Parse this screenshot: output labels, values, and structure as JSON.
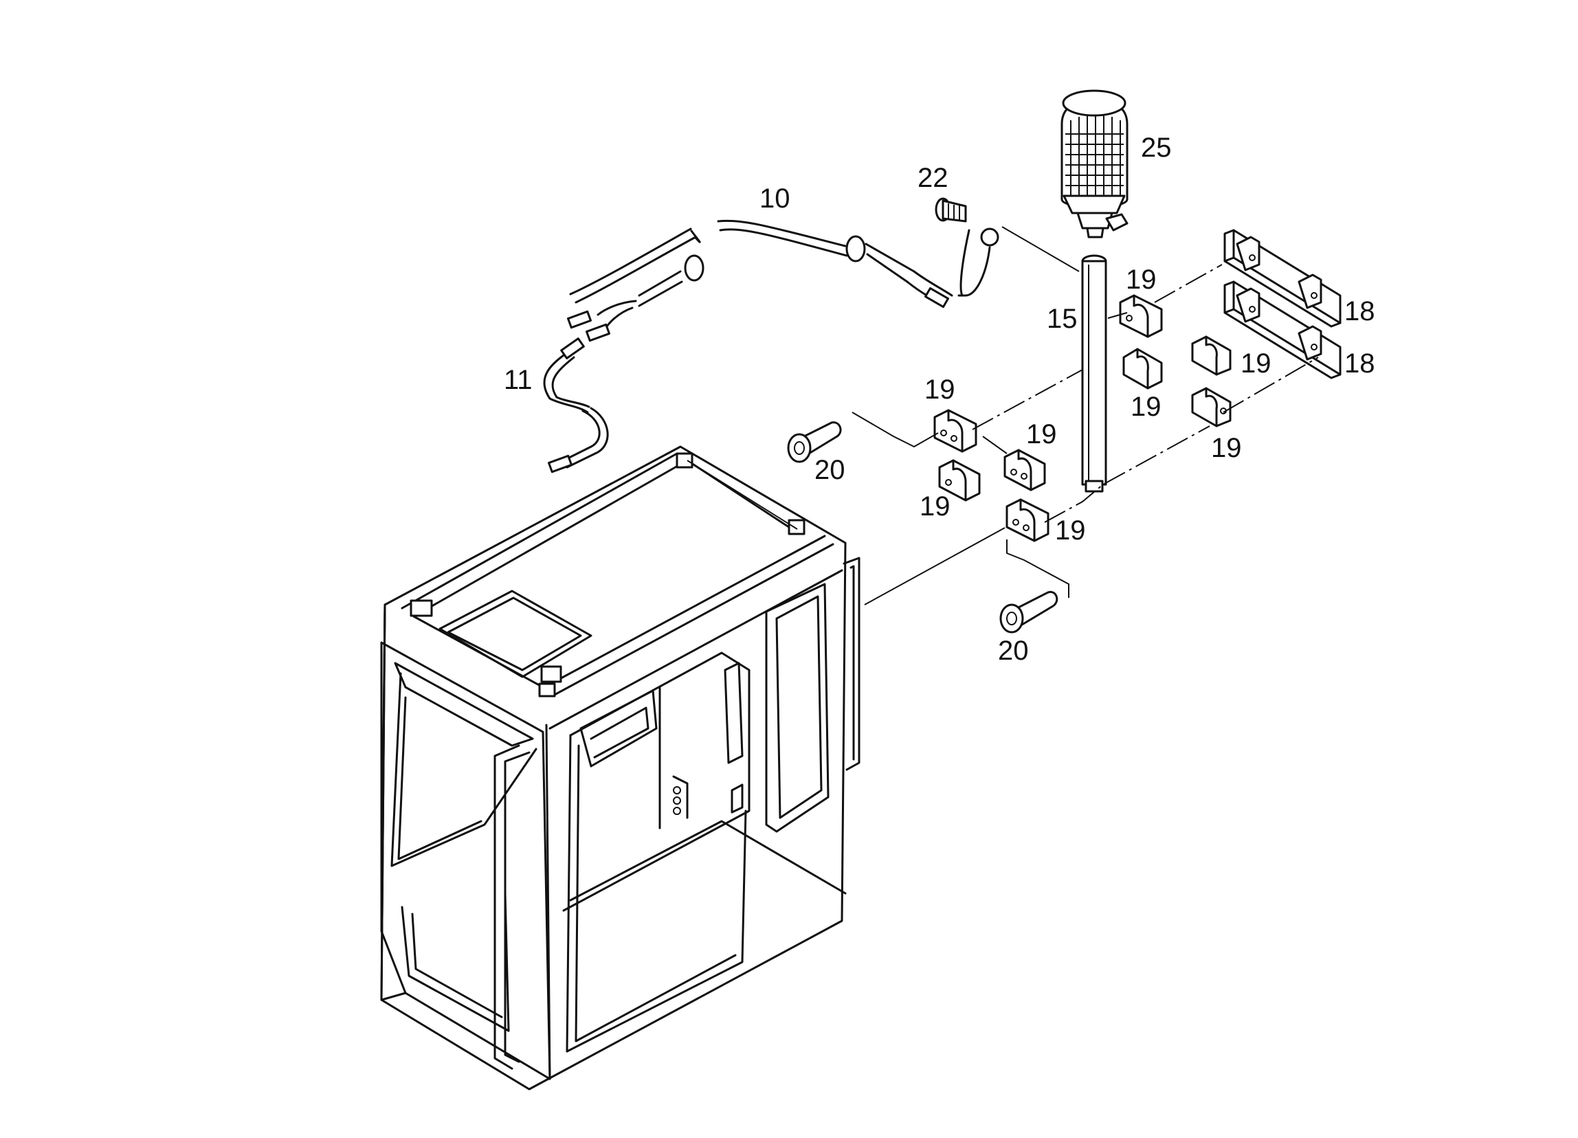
{
  "labels": {
    "p10": "10",
    "p11": "11",
    "p15": "15",
    "p18a": "18",
    "p18b": "18",
    "p19a": "19",
    "p19b": "19",
    "p19c": "19",
    "p19d": "19",
    "p19e": "19",
    "p19f": "19",
    "p19g": "19",
    "p19h": "19",
    "p20a": "20",
    "p20b": "20",
    "p22": "22",
    "p25": "25"
  }
}
